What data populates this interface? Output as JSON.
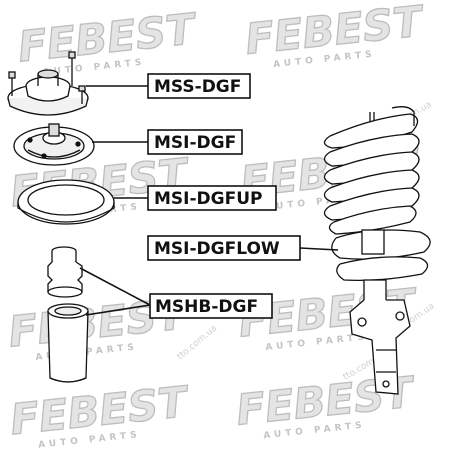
{
  "watermark": {
    "brand": "FEBEST",
    "tagline": "AUTO PARTS",
    "site": "tto.com.ua"
  },
  "parts": [
    {
      "code": "MSS-DGF"
    },
    {
      "code": "MSI-DGF"
    },
    {
      "code": "MSI-DGFUP"
    },
    {
      "code": "MSI-DGFLOW"
    },
    {
      "code": "MSHB-DGF"
    }
  ],
  "colors": {
    "line": "#111111",
    "watermark_fill": "#e4e4e4",
    "watermark_stroke": "#bdbdbd",
    "label_box_bg": "#ffffff"
  }
}
